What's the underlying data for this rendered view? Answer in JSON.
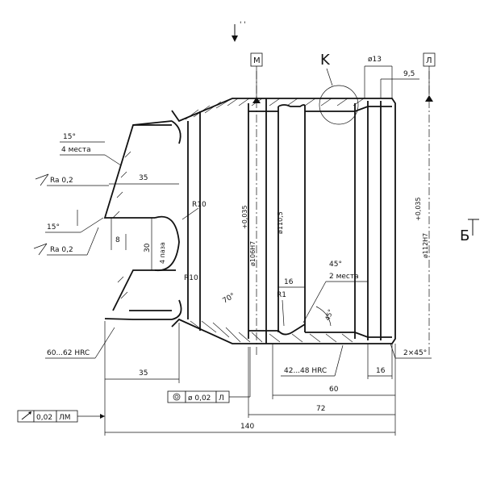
{
  "labels": {
    "view_k": "K",
    "section_b": "Б",
    "datum_m": "М",
    "datum_l": "Л",
    "dia_13": "ø13",
    "dim_9_5": "9,5",
    "angle_15_top": "15°",
    "places_4": "4 места",
    "ra_top": "Ra 0,2",
    "dim_35_top": "35",
    "angle_15_bottom": "15°",
    "ra_bottom": "Ra 0,2",
    "dim_8": "8",
    "dim_30": "30",
    "places_4_paza": "4 паза",
    "r10_top": "R10",
    "r10_bottom": "R10",
    "dia_106": "ø106H7",
    "dia_106_tol": "+0,035",
    "dia_110_5": "ø110,5",
    "dia_112": "ø112H7",
    "dia_112_tol": "+0,035",
    "angle_45_main": "45°",
    "places_2": "2 места",
    "dim_16_mid": "16",
    "r1": "R1",
    "angle_70": "70°",
    "angle_45_small": "45°",
    "hrc_60_62": "60...62 HRC",
    "dim_35_bottom": "35",
    "hrc_42_48": "42...48 HRC",
    "dim_16_right": "16",
    "chamfer": "2×45°",
    "tol_coax": "ø 0,02",
    "tol_coax_datum": "Л",
    "dim_60": "60",
    "dim_72": "72",
    "runout_val": "0,02",
    "runout_datum": "ЛМ",
    "dim_140": "140"
  }
}
